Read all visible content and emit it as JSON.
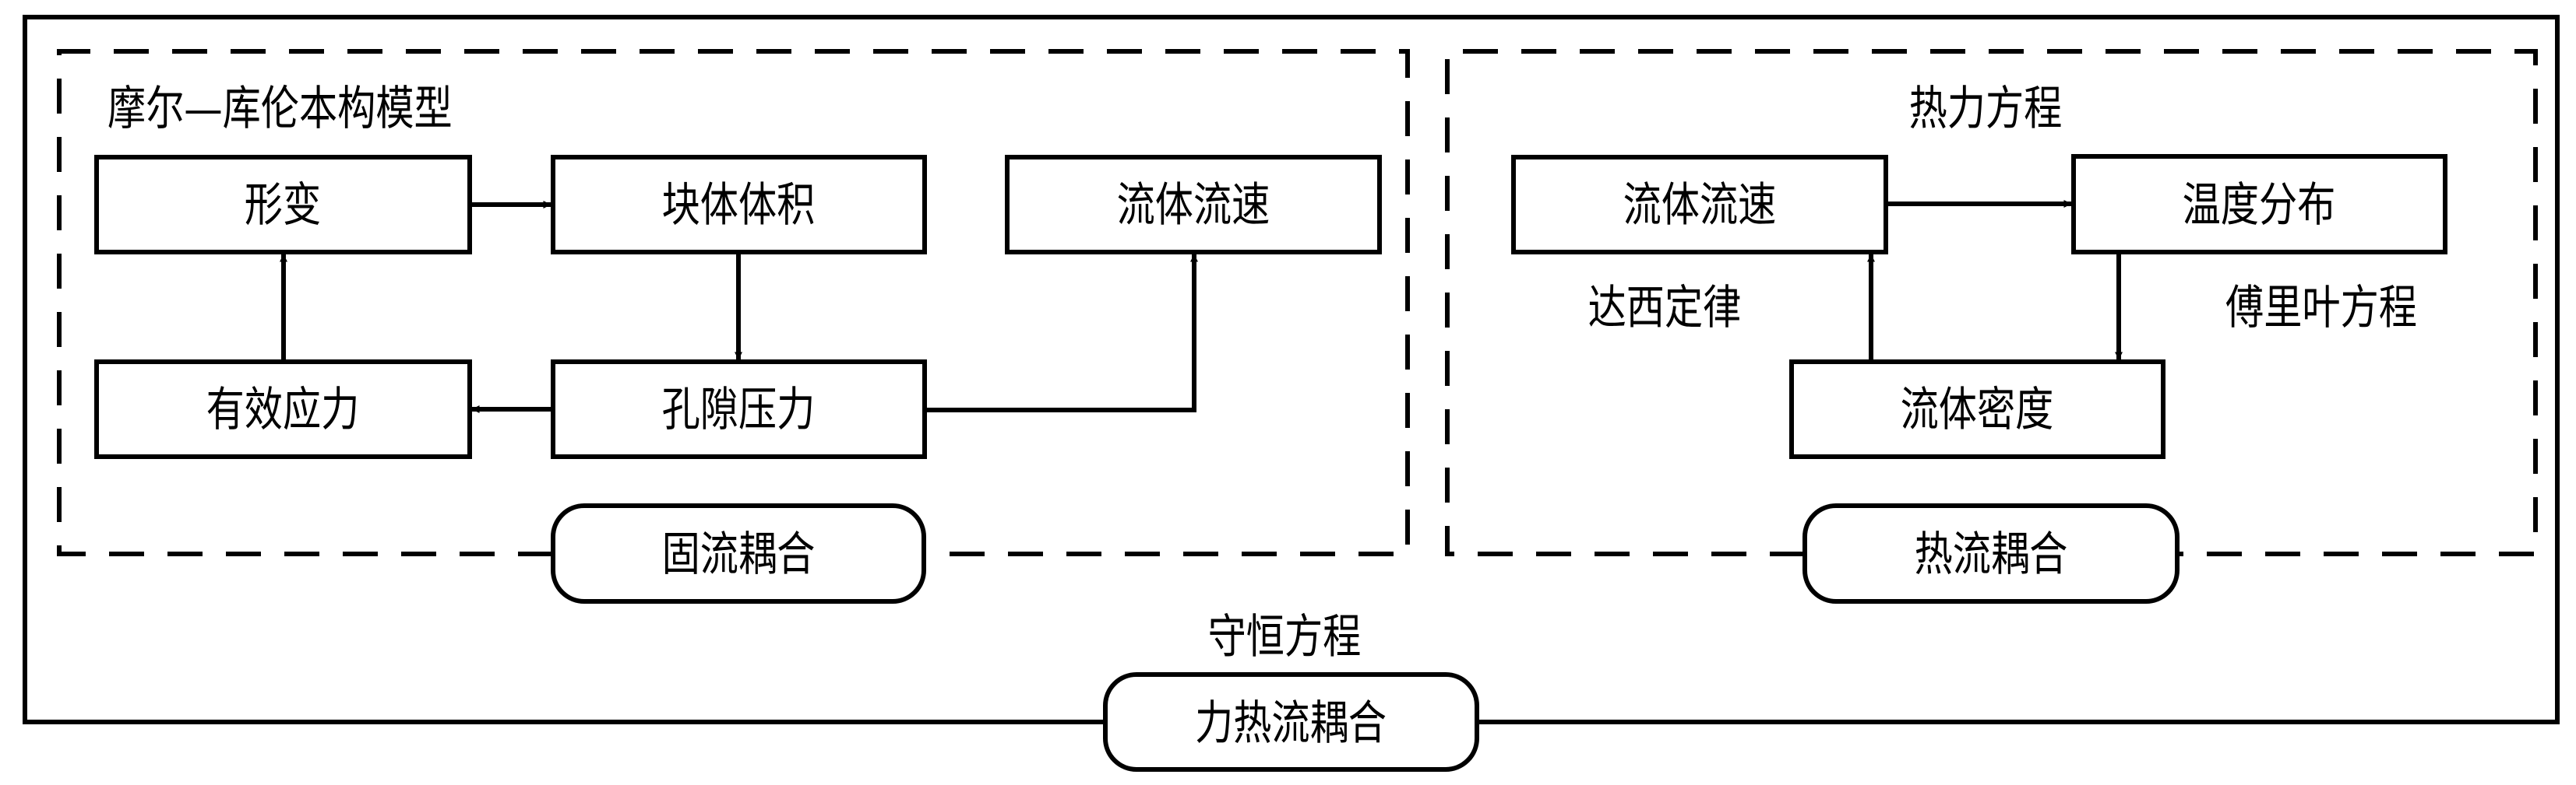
{
  "diagram": {
    "colors": {
      "stroke": "#000000",
      "background": "#ffffff",
      "text": "#000000"
    },
    "groups": [
      {
        "id": "solid-fluid",
        "title": "摩尔—库伦本构模型",
        "coupling_label": "固流耦合"
      },
      {
        "id": "thermal-fluid",
        "title": "热力方程",
        "coupling_label": "热流耦合"
      }
    ],
    "outer": {
      "equation_label": "守恒方程",
      "coupling_label": "力热流耦合"
    },
    "nodes": {
      "deformation": "形变",
      "block_volume": "块体体积",
      "fluid_velocity_left": "流体流速",
      "effective_stress": "有效应力",
      "pore_pressure": "孔隙压力",
      "fluid_velocity_right": "流体流速",
      "temperature_distribution": "温度分布",
      "fluid_density": "流体密度"
    },
    "edge_labels": {
      "darcy_law": "达西定律",
      "fourier_equation": "傅里叶方程"
    },
    "edges": [
      {
        "from": "deformation",
        "to": "block_volume"
      },
      {
        "from": "block_volume",
        "to": "pore_pressure"
      },
      {
        "from": "pore_pressure",
        "to": "effective_stress"
      },
      {
        "from": "effective_stress",
        "to": "deformation"
      },
      {
        "from": "pore_pressure",
        "to": "fluid_velocity_left"
      },
      {
        "from": "fluid_velocity_right",
        "to": "temperature_distribution"
      },
      {
        "from": "temperature_distribution",
        "to": "fluid_density",
        "label": "fourier_equation"
      },
      {
        "from": "fluid_density",
        "to": "fluid_velocity_right",
        "label": "darcy_law"
      }
    ]
  }
}
